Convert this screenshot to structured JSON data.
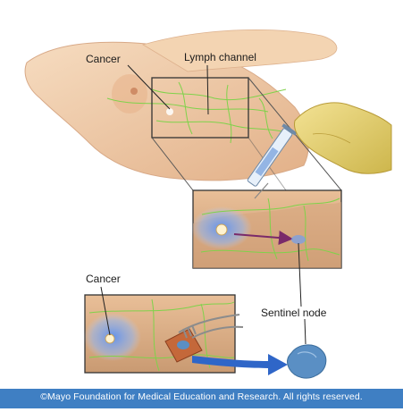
{
  "labels": {
    "cancer_top": "Cancer",
    "lymph_channel": "Lymph channel",
    "cancer_bottom": "Cancer",
    "sentinel_node": "Sentinel node"
  },
  "footer": {
    "copyright": "©Mayo Foundation for Medical Education and Research.  All rights reserved."
  },
  "colors": {
    "skin": "#efc9a0",
    "skin_shadow": "#d9a77a",
    "lymph": "#7fd24a",
    "dye": "#6f9ff0",
    "glove": "#e8d36a",
    "node": "#5a8fc4",
    "band": "#3f7fc3",
    "arrow_purple": "#7a2a6a",
    "arrow_blue": "#2f66c8"
  }
}
